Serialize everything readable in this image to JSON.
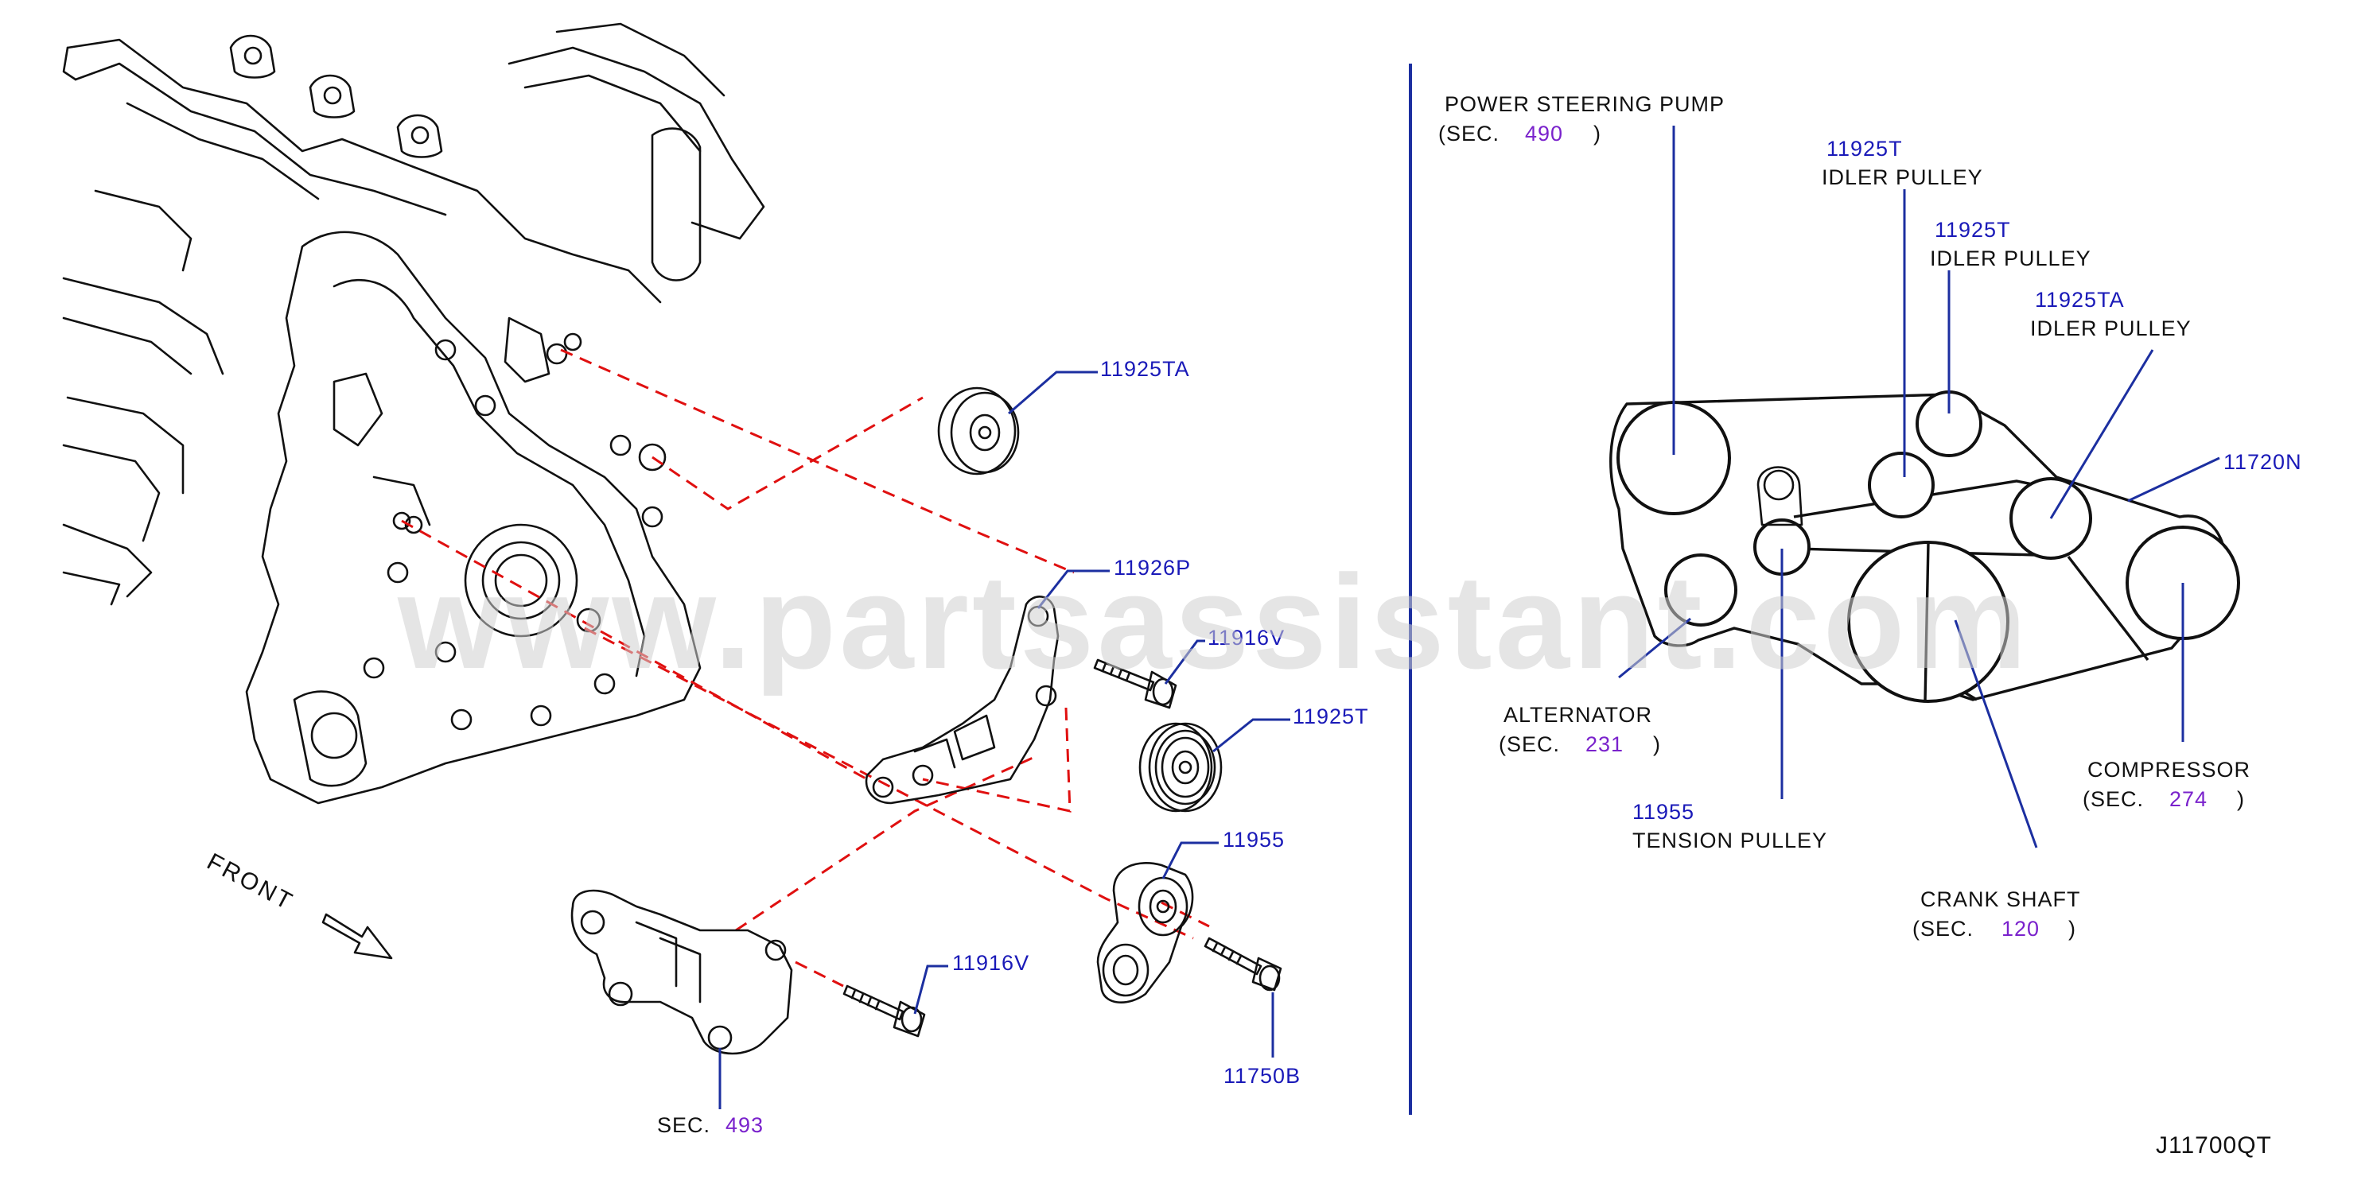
{
  "watermark": "www.partsassistant.com",
  "diagram_id": "J11700QT",
  "left": {
    "idler_ta": "11925TA",
    "bracket": "11926P",
    "bolt_upper": "11916V",
    "idler_t": "11925T",
    "tensioner": "11955",
    "bolt_lower": "11916V",
    "bolt_tensioner": "11750B",
    "sec_prefix": "SEC.",
    "sec_num": "493",
    "front": "FRONT"
  },
  "right": {
    "ps_pump": "POWER   STEERING   PUMP",
    "ps_sec_open": "(SEC.",
    "ps_sec_num": "490",
    "ps_sec_close": ")",
    "idler1_part": "11925T",
    "idler1_name": "IDLER   PULLEY",
    "idler2_part": "11925T",
    "idler2_name": "IDLER   PULLEY",
    "idler3_part": "11925TA",
    "idler3_name": "IDLER   PULLEY",
    "belt": "11720N",
    "alt": "ALTERNATOR",
    "alt_sec_open": "(SEC.",
    "alt_sec_num": "231",
    "alt_sec_close": ")",
    "tension_part": "11955",
    "tension_name": "TENSION   PULLEY",
    "comp": "COMPRESSOR",
    "comp_sec_open": "(SEC.",
    "comp_sec_num": "274",
    "comp_sec_close": ")",
    "crank": "CRANK   SHAFT",
    "crank_sec_open": "(SEC.",
    "crank_sec_num": "120",
    "crank_sec_close": ")"
  },
  "colors": {
    "part_number": "#1a1ab8",
    "section_number": "#7a22cc",
    "leader": "#1c2fa0",
    "dashed_guide": "#e01010"
  }
}
